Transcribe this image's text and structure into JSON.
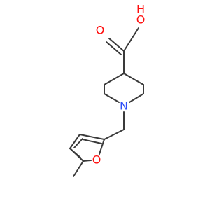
{
  "molecule": {
    "atoms": [
      {
        "id": "O_hydroxyl",
        "label": "O",
        "color": "#ff0d0d"
      },
      {
        "id": "H_hydroxyl",
        "label": "H",
        "color": "#ff0d0d"
      },
      {
        "id": "O_carbonyl",
        "label": "O",
        "color": "#ff0d0d"
      },
      {
        "id": "N_piperidine",
        "label": "N",
        "color": "#3050f8"
      },
      {
        "id": "O_furan",
        "label": "O",
        "color": "#ff0d0d"
      }
    ]
  }
}
